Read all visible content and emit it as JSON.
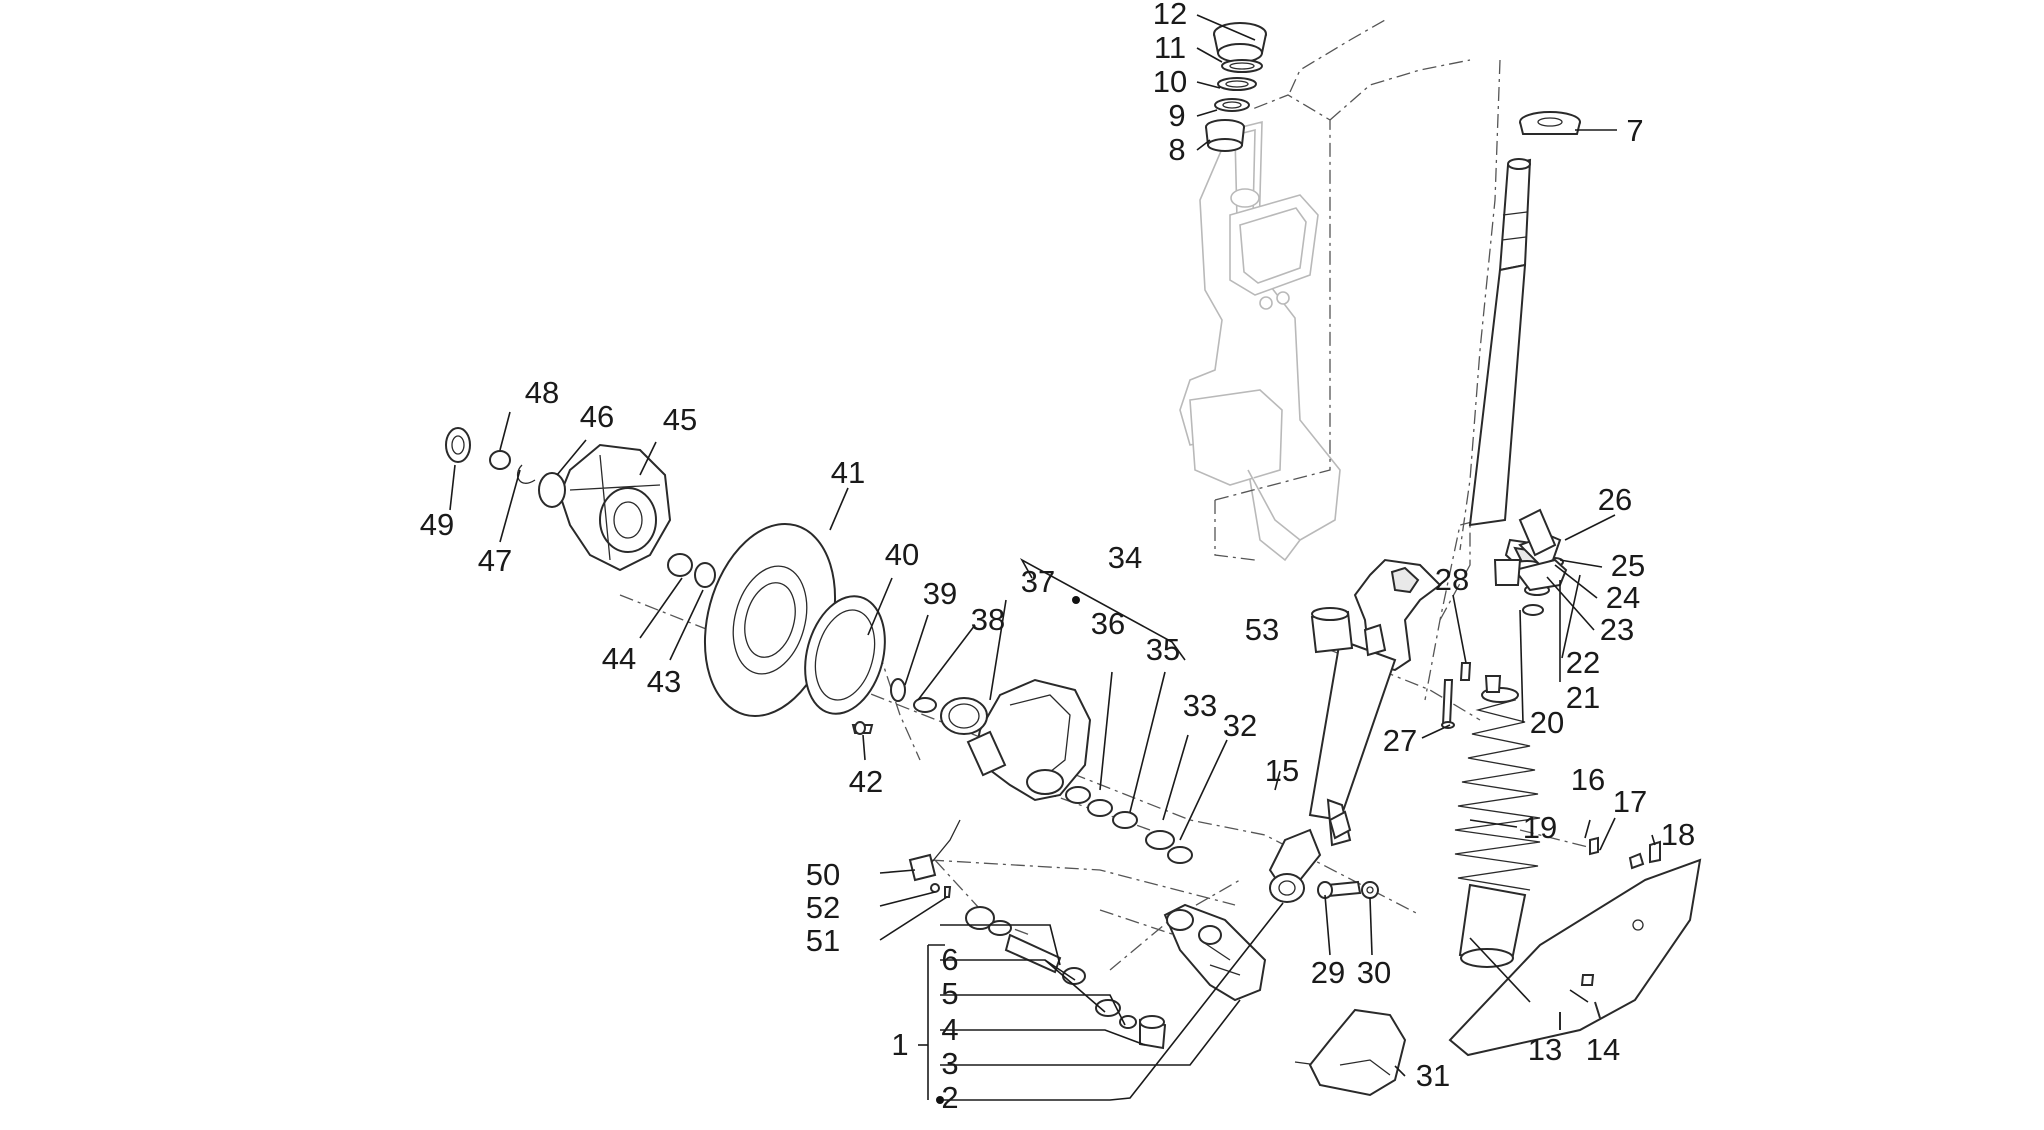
{
  "callouts": [
    {
      "n": "1"
    },
    {
      "n": "2"
    },
    {
      "n": "3"
    },
    {
      "n": "4"
    },
    {
      "n": "5"
    },
    {
      "n": "6"
    },
    {
      "n": "7"
    },
    {
      "n": "8"
    },
    {
      "n": "9"
    },
    {
      "n": "10"
    },
    {
      "n": "11"
    },
    {
      "n": "12"
    },
    {
      "n": "13"
    },
    {
      "n": "14"
    },
    {
      "n": "15"
    },
    {
      "n": "16"
    },
    {
      "n": "17"
    },
    {
      "n": "18"
    },
    {
      "n": "19"
    },
    {
      "n": "20"
    },
    {
      "n": "21"
    },
    {
      "n": "22"
    },
    {
      "n": "23"
    },
    {
      "n": "24"
    },
    {
      "n": "25"
    },
    {
      "n": "26"
    },
    {
      "n": "27"
    },
    {
      "n": "28"
    },
    {
      "n": "29"
    },
    {
      "n": "30"
    },
    {
      "n": "31"
    },
    {
      "n": "32"
    },
    {
      "n": "33"
    },
    {
      "n": "34"
    },
    {
      "n": "35"
    },
    {
      "n": "36"
    },
    {
      "n": "37"
    },
    {
      "n": "38"
    },
    {
      "n": "39"
    },
    {
      "n": "40"
    },
    {
      "n": "41"
    },
    {
      "n": "42"
    },
    {
      "n": "43"
    },
    {
      "n": "44"
    },
    {
      "n": "45"
    },
    {
      "n": "46"
    },
    {
      "n": "47"
    },
    {
      "n": "48"
    },
    {
      "n": "49"
    },
    {
      "n": "50"
    },
    {
      "n": "51"
    },
    {
      "n": "52"
    },
    {
      "n": "53"
    }
  ]
}
